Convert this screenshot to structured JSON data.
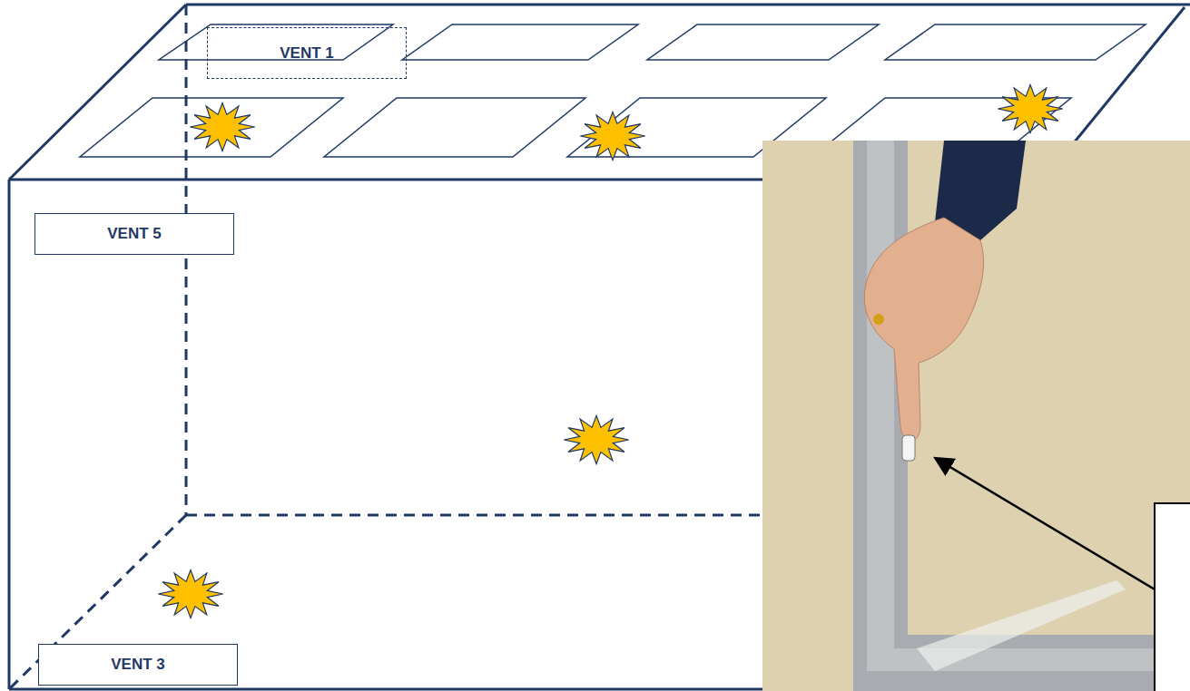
{
  "diagram": {
    "nodes": [
      {
        "text": [
          "VENT 1"
        ]
      },
      {
        "text": [
          "VENT 5"
        ]
      },
      {
        "text": [
          "VENT 3"
        ]
      }
    ]
  }
}
